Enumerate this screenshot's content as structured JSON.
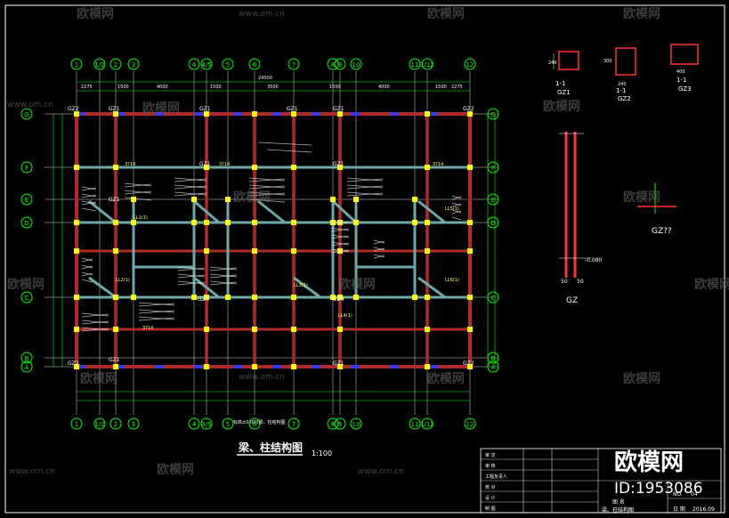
{
  "drawing": {
    "title": "梁、柱结构图",
    "scale": "1:100",
    "level_note": "标高±0.000梁、柱结构图",
    "axis_top": [
      "1",
      "1/2",
      "2",
      "3",
      "4",
      "4/5",
      "5",
      "6",
      "7",
      "8",
      "9",
      "10",
      "11",
      "1/12",
      "12"
    ],
    "axis_left": [
      "G",
      "F",
      "E",
      "D",
      "C",
      "B",
      "A"
    ],
    "column_labels": [
      "GZ2",
      "GZ1",
      "GZ1",
      "GZ1",
      "GZ1",
      "GZ2",
      "GZ1",
      "GZ1",
      "GZ1",
      "GZ4",
      "GZ4",
      "GZ1",
      "GZ2",
      "GZ1",
      "GZ2"
    ],
    "beam_labels": [
      "3?14",
      "3?14",
      "3?14",
      "3?14",
      "LL1(1)",
      "LL2(1)",
      "LL3(1)",
      "LL4(1)",
      "LL5(1)",
      "LL6(1)"
    ],
    "dims_top": [
      "2275",
      "1500",
      "4000",
      "1500",
      "3500",
      "1500",
      "4000",
      "1500",
      "2275"
    ],
    "overall_dim": "24500"
  },
  "details": {
    "gz1_label": "GZ1",
    "gz2_label": "GZ2",
    "gz3_label": "GZ3",
    "section_mark": "1-1",
    "gz_dim_240": "240",
    "gz_dim_300": "300",
    "gz_dim_400": "400",
    "gz_elevation_label": "GZ",
    "gz_note": "GZ??",
    "elev_neg": "-0.080",
    "bottom_dims": [
      "50",
      "50"
    ]
  },
  "title_block": {
    "rows": [
      "审 定",
      "审 核",
      "工程负责人",
      "校 对",
      "设 计",
      "制 图"
    ],
    "drawing_name_label": "图 名",
    "drawing_name": "梁、柱结构图",
    "no_label": "NO.",
    "no_value": "04",
    "date_label": "日 期",
    "date_value": "2016.09"
  },
  "watermarks": {
    "brand": "欧模网",
    "url": "www.om.cn",
    "big_brand": "欧模网",
    "id_text": "ID:1953086"
  },
  "colors": {
    "background": "#000000",
    "grid": "#ffffff",
    "axis_green": "#00ff00",
    "beam_red": "#b02a2a",
    "beam_cyan": "#6fa8a8",
    "column_yellow": "#ffff00",
    "text_white": "#ffffff",
    "text_yellow": "#ffff66"
  }
}
